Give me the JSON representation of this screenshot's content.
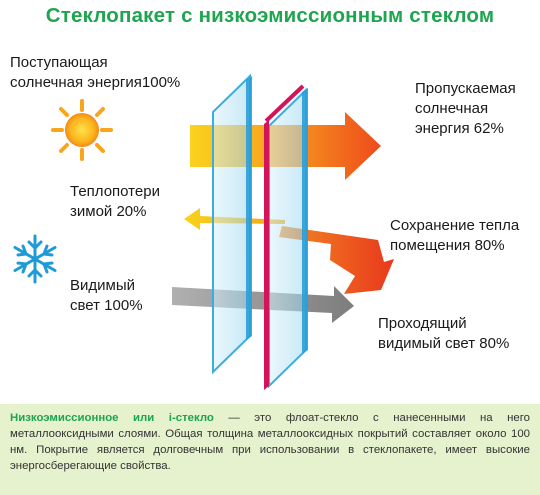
{
  "title": "Стеклопакет с низкоэмиссионным стеклом",
  "colors": {
    "title": "#1ea54f",
    "footer_bg": "#e6f1cd",
    "footer_term": "#1ea54f",
    "glass_blue": "#8fd0ea",
    "glass_edge": "#3aaee0",
    "coating_red": "#d4145a",
    "arrow_orange": "#f0641e",
    "arrow_yellow": "#f8c21a",
    "arrow_grey": "#8c8c8c",
    "snowflake": "#1e9ad6"
  },
  "icons": {
    "sun": "sun-icon",
    "snowflake": "snowflake-icon"
  },
  "labels": {
    "incoming_solar": [
      "Поступающая",
      "солнечная энергия100%"
    ],
    "winter_loss": [
      "Теплопотери",
      "зимой 20%"
    ],
    "visible_in": [
      "Видимый",
      "свет 100%"
    ],
    "transmitted_solar": [
      "Пропускаемая",
      "солнечная",
      "энергия 62%"
    ],
    "heat_retention": [
      "Сохранение тепла",
      "помещения 80%"
    ],
    "visible_out": [
      "Проходящий",
      "видимый свет  80%"
    ]
  },
  "footer": {
    "term": "Низкоэмиссионное или i-стекло",
    "text": " — это флоат-стекло с нанесенными на него металлооксидными слоями. Общая толщина металлооксидных покрытий составляет около 100 нм. Покрытие является долговечным при использовании в стеклопакете, имеет высокие энергосберегающие свойства."
  }
}
